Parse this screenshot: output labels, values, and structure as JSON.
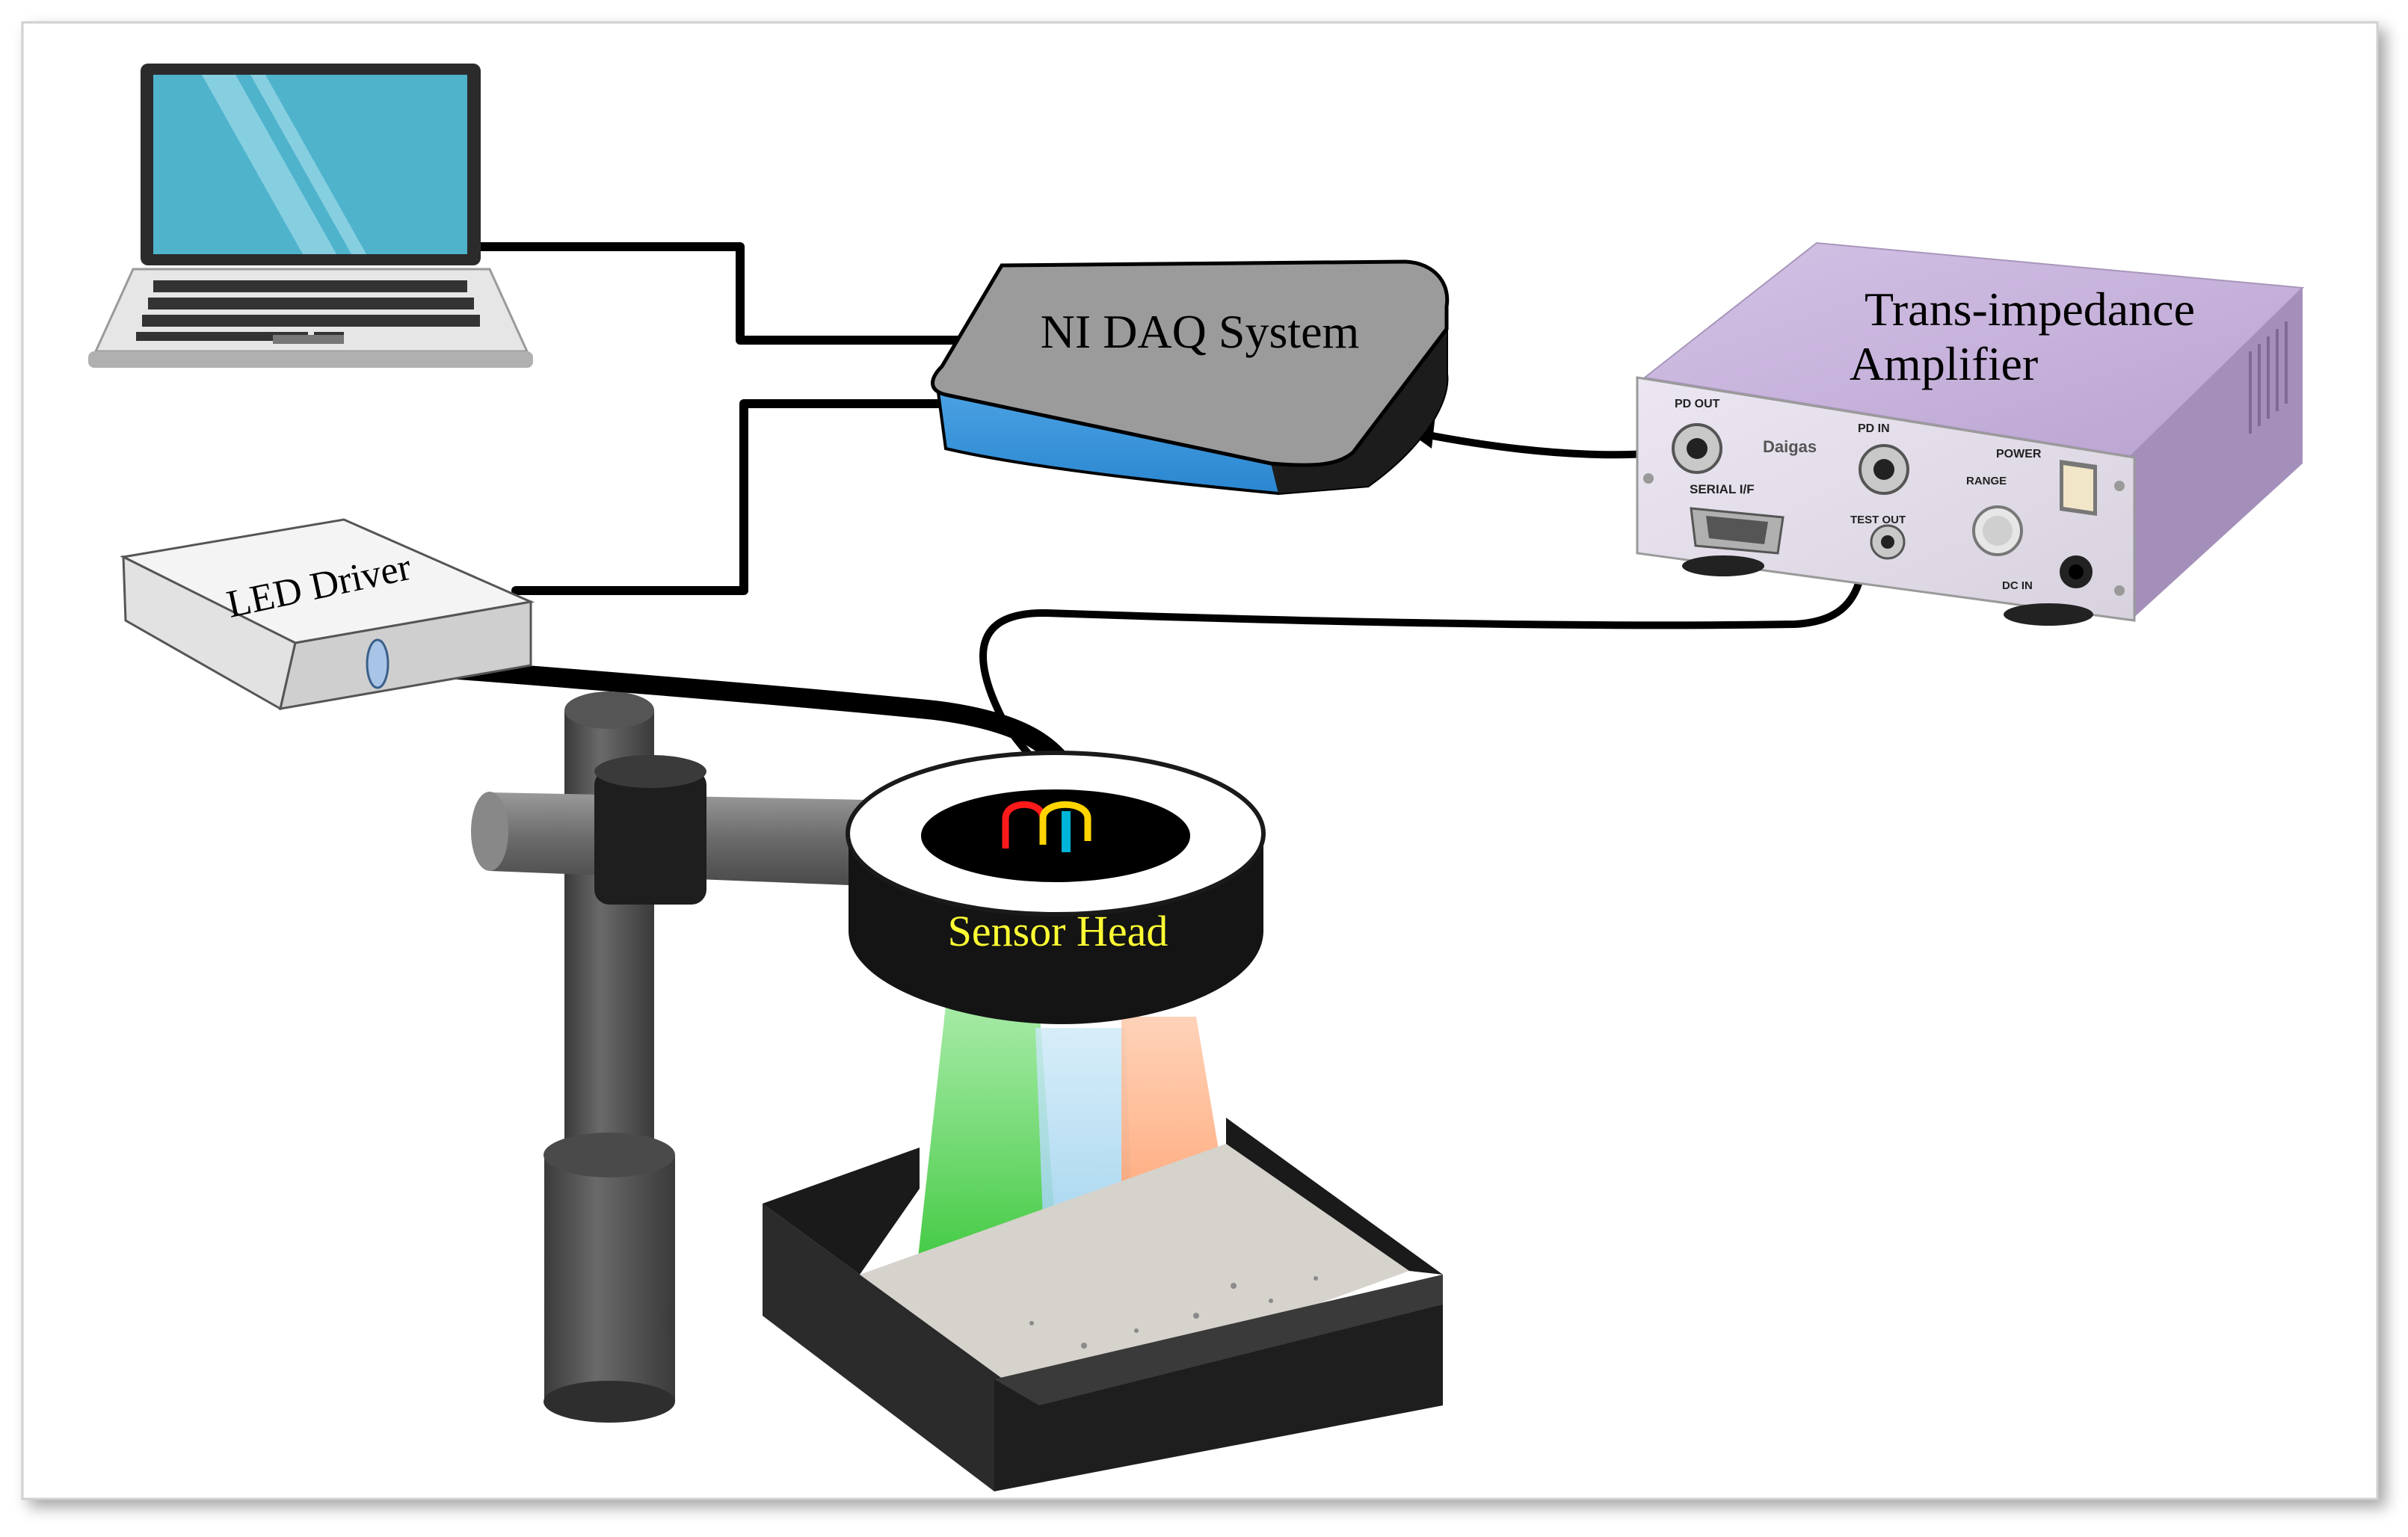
{
  "diagram": {
    "labels": {
      "nidaq": "NI DAQ System",
      "tia_line1": "Trans-impedance",
      "tia_line2": "Amplifier",
      "led_driver": "LED Driver",
      "sensor_head": "Sensor Head"
    },
    "panel_labels": {
      "pd_out": "PD OUT",
      "pd_in": "PD IN",
      "power": "POWER",
      "serial": "SERIAL I/F",
      "range": "RANGE",
      "test_out": "TEST OUT",
      "dc_in": "DC IN",
      "brand": "Daigas"
    },
    "colors": {
      "laptop_screen": "#4fb3cc",
      "daq_top": "#9a9a9a",
      "daq_side": "#3d9be0",
      "tia_body": "#d9c8e6",
      "sensor_label": "#ffff33",
      "beam_green": "#4fd14f",
      "beam_blue": "#9fd3ee",
      "beam_orange": "#ff9a66",
      "led_red": "#ff1a1a",
      "led_yellow": "#ffd400",
      "led_cyan": "#00b5d8"
    }
  }
}
